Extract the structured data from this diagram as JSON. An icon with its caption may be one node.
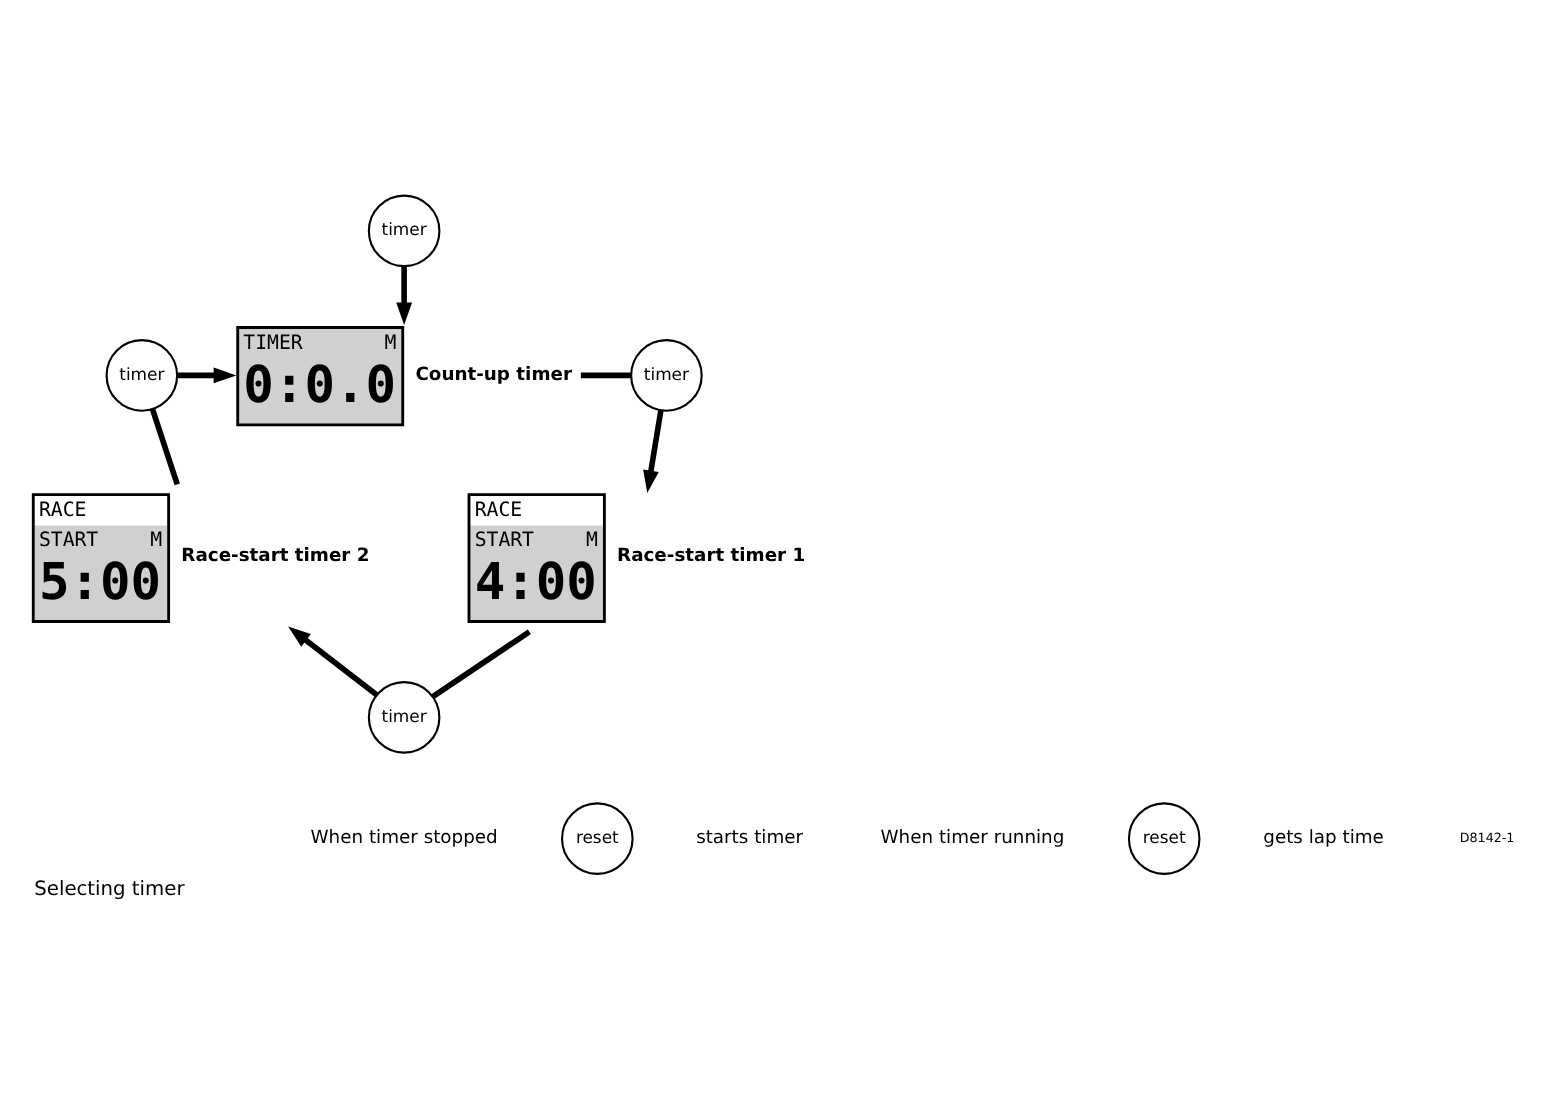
{
  "diagram": {
    "caption": "Selecting timer",
    "nodes": [
      {
        "text": [
          "timer"
        ]
      },
      {
        "text": [
          "TIMER",
          "M",
          "0:0.0"
        ],
        "beside": [
          "Count-up timer"
        ]
      },
      {
        "text": [
          "timer"
        ]
      },
      {
        "text": [
          "timer"
        ]
      },
      {
        "text": [
          "RACE",
          "START",
          "M",
          "5:00"
        ],
        "beside": [
          "Race-start timer 2"
        ]
      },
      {
        "text": [
          "RACE",
          "START",
          "M",
          "4:00"
        ],
        "beside": [
          "Race-start timer 1"
        ]
      },
      {
        "text": [
          "timer"
        ]
      },
      {
        "text": [
          "reset"
        ]
      },
      {
        "text": [
          "reset"
        ]
      }
    ],
    "edges": [
      {
        "from": 0,
        "to": 1,
        "arrow": "to"
      },
      {
        "from": 4,
        "to": 2,
        "arrow": "none"
      },
      {
        "from": 2,
        "to": 1,
        "arrow": "to"
      },
      {
        "from": 1,
        "to": 3,
        "arrow": "none"
      },
      {
        "from": 3,
        "to": 5,
        "arrow": "to"
      },
      {
        "from": 5,
        "to": 6,
        "arrow": "none"
      },
      {
        "from": 6,
        "to": 4,
        "arrow": "to"
      }
    ],
    "labels": [
      "When timer stopped",
      "starts timer",
      "When timer running",
      "gets lap time",
      "D8142-1"
    ]
  }
}
